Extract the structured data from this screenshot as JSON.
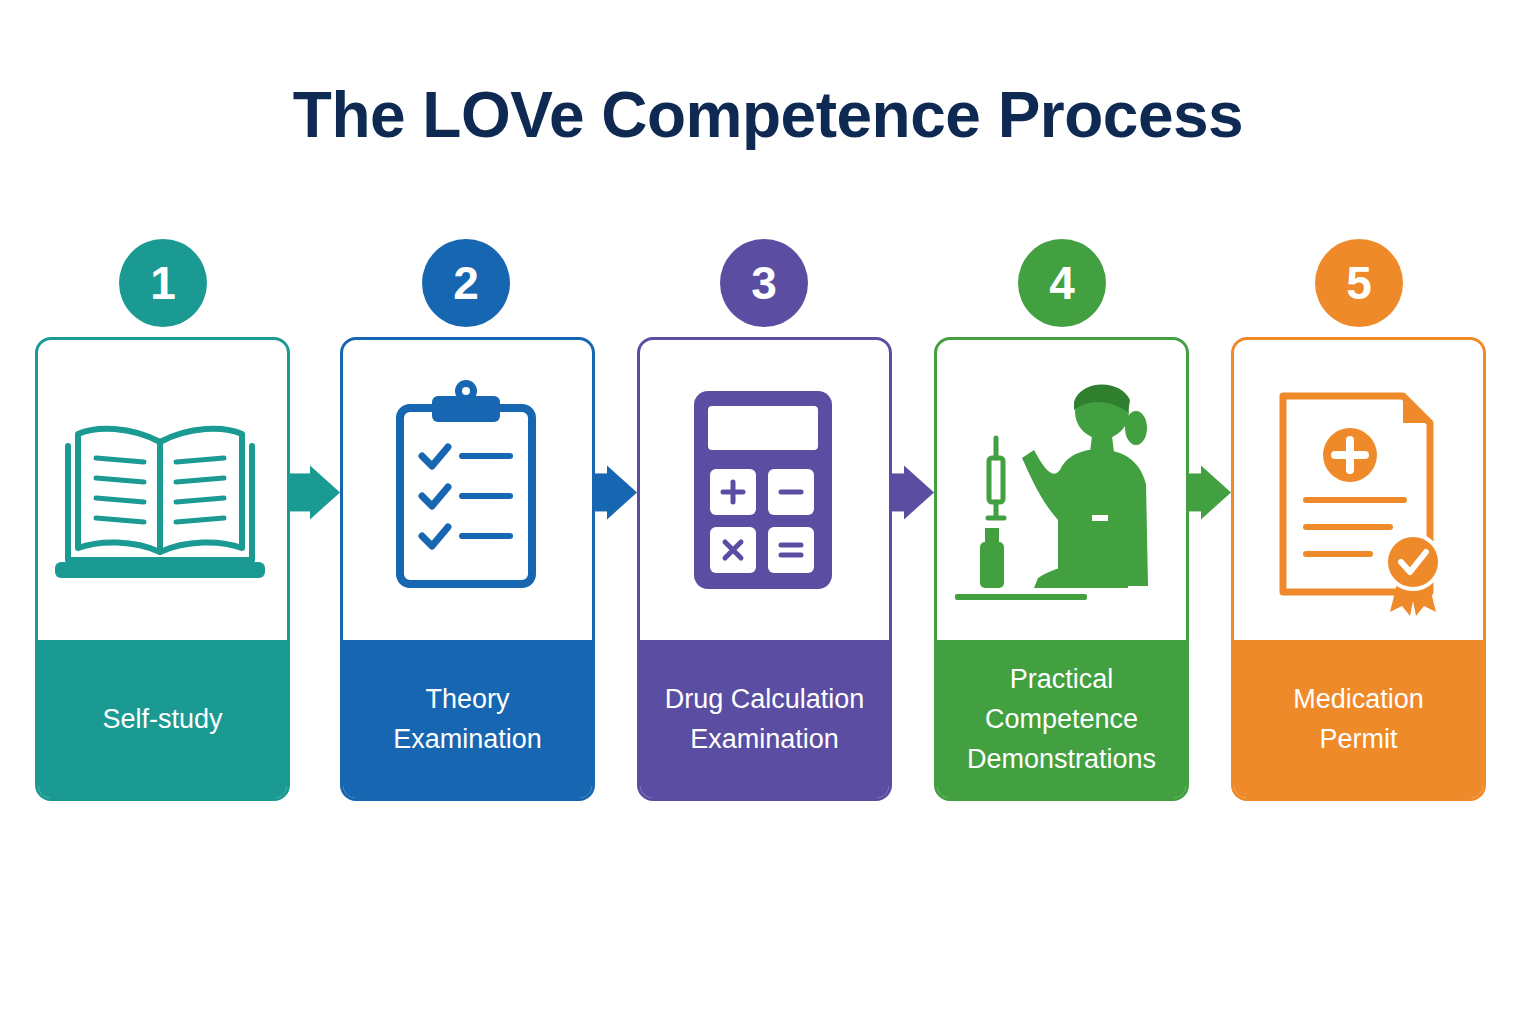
{
  "diagram": {
    "title": "The LOVe Competence Process",
    "nodes": [
      {
        "text": [
          "1"
        ]
      },
      {
        "text": [
          "Self-study"
        ]
      },
      {
        "text": [
          "2"
        ]
      },
      {
        "text": [
          "Theory Examination"
        ]
      },
      {
        "text": [
          "3"
        ]
      },
      {
        "text": [
          "Drug Calculation Examination"
        ]
      },
      {
        "text": [
          "4"
        ]
      },
      {
        "text": [
          "Practical Competence Demonstrations"
        ]
      },
      {
        "text": [
          "5"
        ]
      },
      {
        "text": [
          "Medication Permit"
        ]
      }
    ],
    "edges": [
      {
        "from": 1,
        "to": 3,
        "arrow": "to"
      },
      {
        "from": 3,
        "to": 5,
        "arrow": "to"
      },
      {
        "from": 5,
        "to": 7,
        "arrow": "to"
      },
      {
        "from": 7,
        "to": 9,
        "arrow": "to"
      }
    ]
  }
}
